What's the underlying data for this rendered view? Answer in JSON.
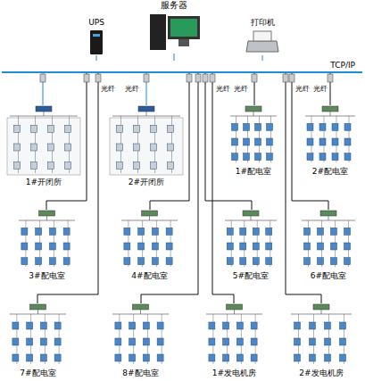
{
  "diagram": {
    "nodes": [
      {
        "text": [
          "服务器"
        ]
      },
      {
        "text": [
          "UPS"
        ]
      },
      {
        "text": [
          "打印机"
        ]
      },
      {
        "text": [
          "TCP/IP"
        ]
      },
      {
        "text": [
          "1#开闭所"
        ]
      },
      {
        "text": [
          "2#开闭所"
        ]
      },
      {
        "text": [
          "1#配电室"
        ]
      },
      {
        "text": [
          "2#配电室"
        ]
      },
      {
        "text": [
          "3#配电室"
        ]
      },
      {
        "text": [
          "4#配电室"
        ]
      },
      {
        "text": [
          "5#配电室"
        ]
      },
      {
        "text": [
          "6#配电室"
        ]
      },
      {
        "text": [
          "7#配电室"
        ]
      },
      {
        "text": [
          "8#配电室"
        ]
      },
      {
        "text": [
          "1#发电机房"
        ]
      },
      {
        "text": [
          "2#发电机房"
        ]
      }
    ],
    "edges": [
      {
        "from": 0,
        "to": 3,
        "arrow": "none"
      },
      {
        "from": 1,
        "to": 3,
        "arrow": "none"
      },
      {
        "from": 2,
        "to": 3,
        "arrow": "none"
      },
      {
        "from": 3,
        "to": 4,
        "arrow": "none"
      },
      {
        "from": 3,
        "to": 8,
        "arrow": "none"
      },
      {
        "from": 3,
        "to": 12,
        "arrow": "none"
      },
      {
        "from": 3,
        "to": 5,
        "arrow": "none"
      },
      {
        "from": 3,
        "to": 9,
        "arrow": "none"
      },
      {
        "from": 3,
        "to": 13,
        "arrow": "none"
      },
      {
        "from": 3,
        "to": 6,
        "arrow": "none"
      },
      {
        "from": 3,
        "to": 10,
        "arrow": "none"
      },
      {
        "from": 3,
        "to": 14,
        "arrow": "none"
      },
      {
        "from": 3,
        "to": 7,
        "arrow": "none"
      },
      {
        "from": 3,
        "to": 11,
        "arrow": "none"
      },
      {
        "from": 3,
        "to": 15,
        "arrow": "none"
      }
    ],
    "labels": [
      "光纤",
      "光纤",
      "光纤",
      "光纤",
      "光纤",
      "光纤"
    ]
  }
}
